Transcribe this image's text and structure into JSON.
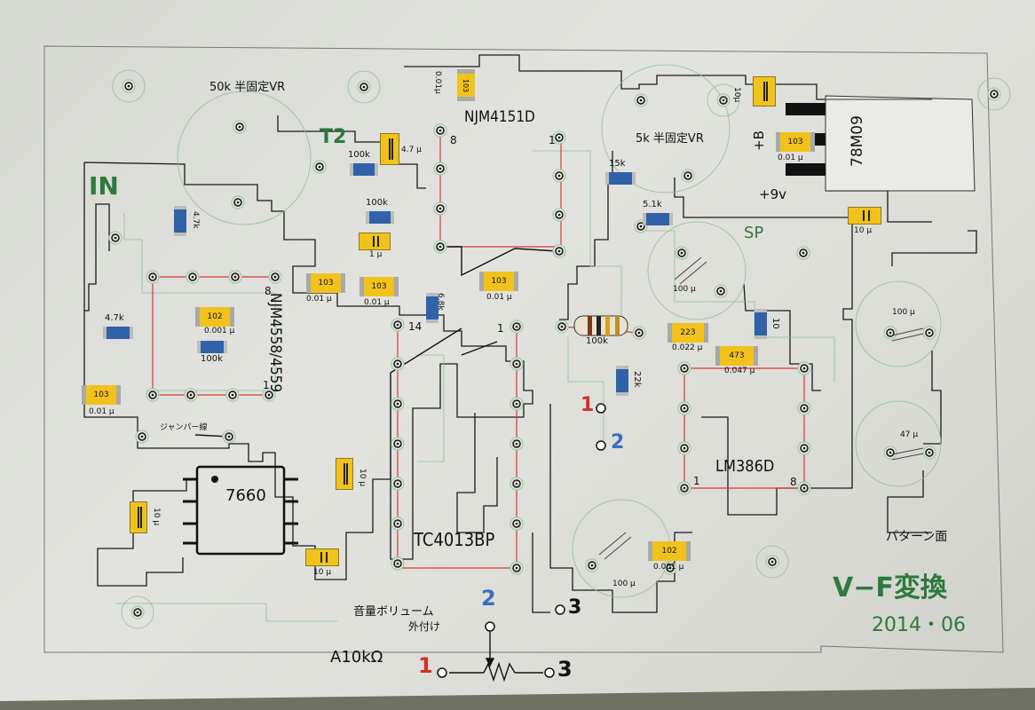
{
  "board": {
    "title": "V−F変換",
    "date": "2014・06",
    "side_label": "パターン面",
    "power_label": "+B",
    "voltage_label": "+9v",
    "input_label": "IN",
    "speaker_label": "SP",
    "t2_label": "T2"
  },
  "ics": {
    "njm4151": "NJM4151D",
    "njm4558": "NJM4558/4559",
    "tc4013": "TC4013BP",
    "lm386": "LM386D",
    "icl7660": "7660",
    "regulator": "78M09"
  },
  "pins": {
    "njm4151_pin8": "8",
    "njm4151_pin1": "1",
    "njm4558_pin8": "8",
    "njm4558_pin1": "1",
    "tc4013_pin14": "14",
    "tc4013_pin1": "1",
    "lm386_pin1": "1",
    "lm386_pin8": "8"
  },
  "trimmers": {
    "vr50k": "50k 半固定VR",
    "vr5k": "5k 半固定VR"
  },
  "volume": {
    "label": "音量ボリューム",
    "sub": "外付け",
    "value": "A10kΩ",
    "t1": "1",
    "t2": "2",
    "t3": "3"
  },
  "terminals": {
    "red1": "1",
    "blue2": "2",
    "black3": "3"
  },
  "parts": {
    "c_103_top": "103",
    "c_103_top_val": "0.01μ",
    "c_10u_top": "10μ",
    "c_103_reg": "103",
    "c_103_reg_val": "0.01 μ",
    "c_47u": "4.7 μ",
    "r_100k_t2": "100k",
    "r_100k_mid": "100k",
    "c_1u": "1 μ",
    "r_15k": "15k",
    "r_51k": "5.1k",
    "c_10u_right": "10 μ",
    "r_47k_in": "4.7k",
    "r_47k_left": "4.7k",
    "c_103_a": "103",
    "c_103_a_val": "0.01 μ",
    "c_103_b": "103",
    "c_103_b_val": "0.01 μ",
    "c_103_c": "103",
    "c_103_c_val": "0.01 μ",
    "r_68k": "6.8k",
    "c_102_left": "102",
    "c_102_left_val": "0.001 μ",
    "r_100k_left": "100k",
    "c_103_left": "103",
    "c_103_left_val": "0.01 μ",
    "jumper": "ジャンパー線",
    "c_10u_mid": "10 μ",
    "c_10u_7660a": "10 μ",
    "c_10u_7660b": "10 μ",
    "r_100k_body": "100k",
    "c_223": "223",
    "c_223_val": "0.022 μ",
    "c_473": "473",
    "c_473_val": "0.047 μ",
    "r_22k": "22k",
    "r_10": "10",
    "c_100u_sp": "100 μ",
    "c_100u_right": "100 μ",
    "c_47u_right": "47 μ",
    "c_100u_bottom": "100 μ",
    "c_102_bottom": "102",
    "c_102_bottom_val": "0.001 μ"
  }
}
